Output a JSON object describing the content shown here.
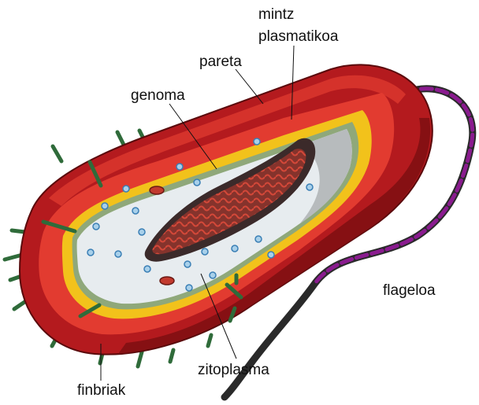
{
  "labels": {
    "membrane": [
      "mintz",
      "plasmatikoa"
    ],
    "wall": "pareta",
    "genome": "genoma",
    "flagellum": "flageloa",
    "cytoplasm": "zitoplasma",
    "fimbriae": "finbriak"
  },
  "colors": {
    "capsule": "#b41a1e",
    "capsule_dark": "#7e0f12",
    "wall": "#e23b30",
    "membrane": "#f2c21b",
    "cytoplasm": "#e7ecef",
    "genome": "#c23a2e",
    "flagellum": "#8a1b8f",
    "fimbria": "#2f6b3a",
    "ribosome": "#3a7fb5"
  }
}
